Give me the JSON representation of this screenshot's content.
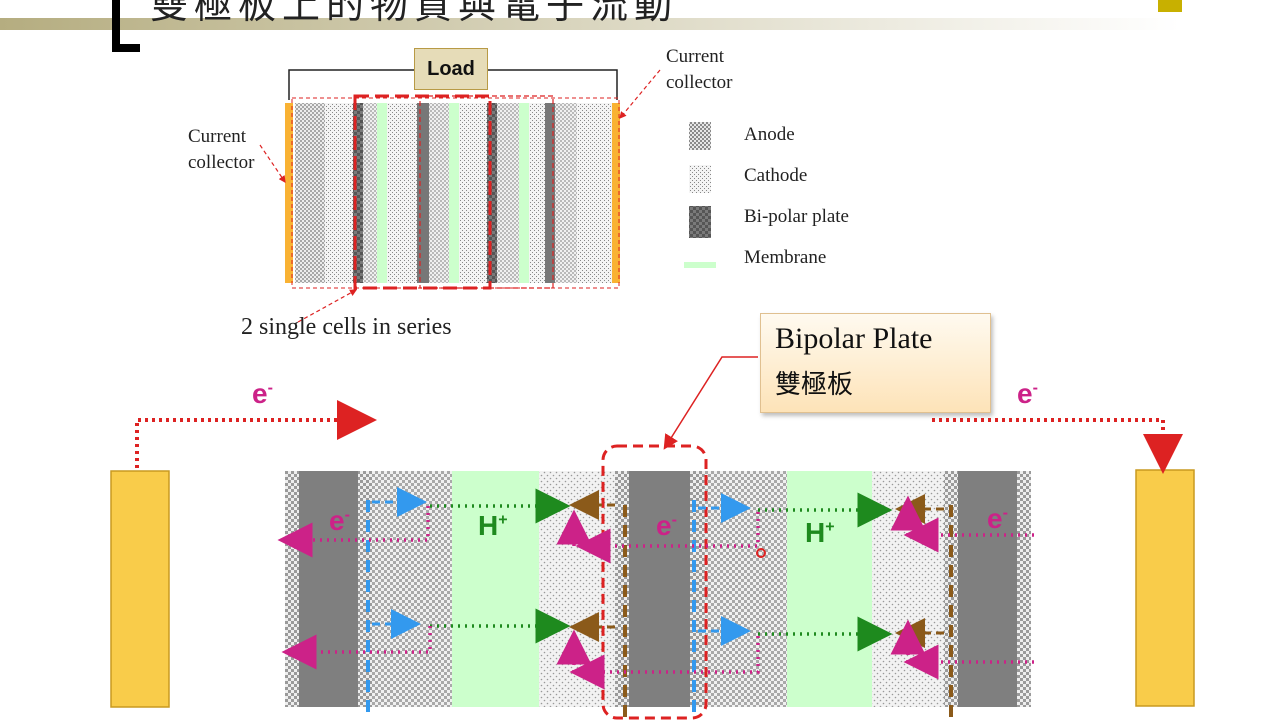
{
  "slide": {
    "title": "雙極板上的物質與電子流動",
    "accent_color": "#c8b000"
  },
  "top_diagram": {
    "load_label": "Load",
    "current_collector_left": [
      "Current",
      "collector"
    ],
    "current_collector_right": [
      "Current",
      "collector"
    ],
    "series_caption": "2 single cells in series"
  },
  "legend": {
    "items": [
      {
        "label": "Anode",
        "icon": "anode-swatch"
      },
      {
        "label": "Cathode",
        "icon": "cathode-swatch"
      },
      {
        "label": "Bi-polar plate",
        "icon": "bipolar-plate-swatch"
      },
      {
        "label": "Membrane",
        "icon": "membrane-swatch"
      }
    ]
  },
  "callout": {
    "line1": "Bipolar Plate",
    "line2": "雙極板"
  },
  "bottom_diagram": {
    "electron_label": "e",
    "electron_sup": "-",
    "proton_label": "H",
    "proton_sup": "+",
    "colors": {
      "electron_flow": "#cc2288",
      "proton_flow": "#1e8a1e",
      "external_circuit": "#dd2222",
      "anode_dash": "#3399ee",
      "cathode_dash": "#8b5a1a",
      "current_collector": "#f9cc4a",
      "bipolar_plate": "#7f7f7f",
      "membrane": "#ccffcc"
    }
  }
}
